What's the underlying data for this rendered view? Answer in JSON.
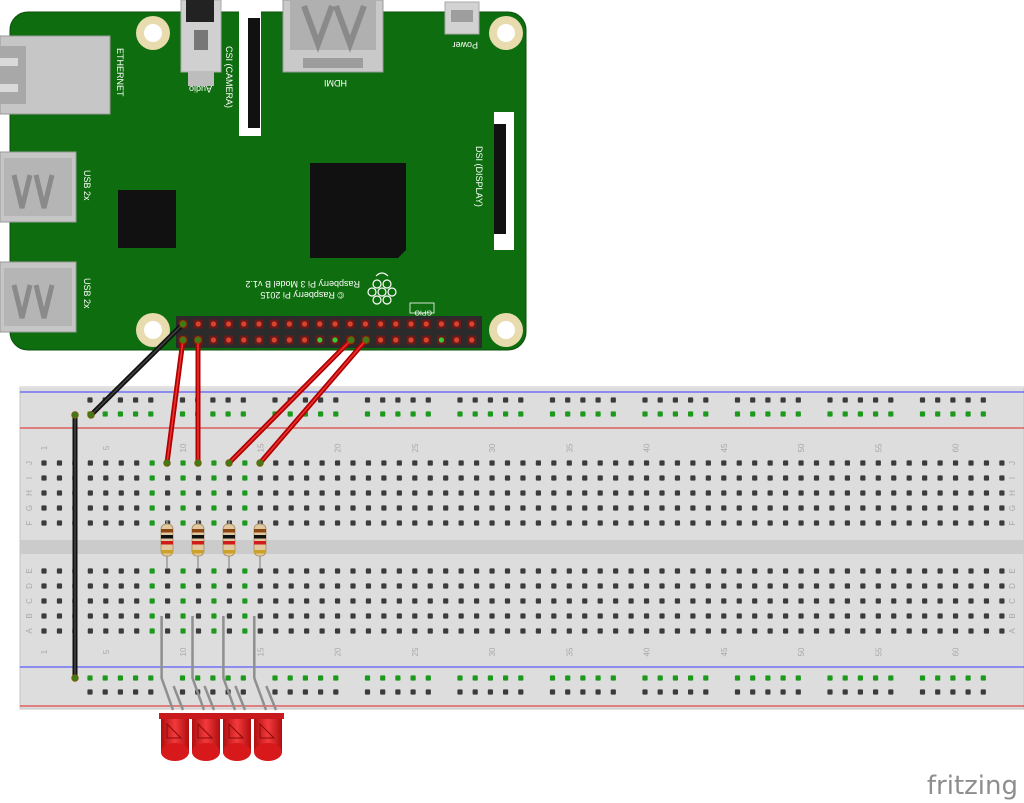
{
  "pi": {
    "model_line1": "Raspberry Pi 3 Model B v1.2",
    "model_line2": "© Raspberry Pi 2015",
    "gpio": "GPIO",
    "ethernet": "ETHERNET",
    "usb1": "USB 2x",
    "usb2": "USB 2x",
    "audio": "Audio",
    "csi": "CSI (CAMERA)",
    "hdmi": "HDMI",
    "power": "Power",
    "dsi": "DSI (DISPLAY)"
  },
  "breadboard": {
    "column_numbers": [
      "1",
      "5",
      "10",
      "15",
      "20",
      "25",
      "30",
      "35",
      "40",
      "45",
      "50",
      "55",
      "60"
    ],
    "row_letters_top": [
      "J",
      "I",
      "H",
      "G",
      "F"
    ],
    "row_letters_bottom": [
      "E",
      "D",
      "C",
      "B",
      "A"
    ]
  },
  "components": {
    "resistors": 4,
    "leds": 4,
    "led_color": "#e8191b",
    "board_color": "#0e6d0e",
    "wire_red": "#cc0000",
    "wire_black": "#111111"
  },
  "watermark": "fritzing"
}
